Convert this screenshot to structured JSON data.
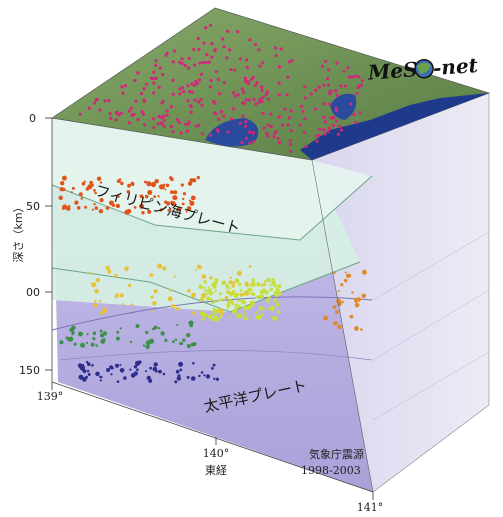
{
  "logo": {
    "text_1": "MeS",
    "text_2": "-net"
  },
  "axes": {
    "depth_label": "深さ（km）",
    "depth_ticks": [
      "0",
      "50",
      "00",
      "150"
    ],
    "longitude_label": "東経",
    "longitude_ticks": [
      "139°",
      "140°",
      "141°"
    ]
  },
  "plates": {
    "philippine": "フィリピン海プレート",
    "pacific": "太平洋プレート"
  },
  "source": {
    "line_1": "気象庁震源",
    "line_2": "1998-2003"
  },
  "colors": {
    "philippine_plate": "#cfece0",
    "pacific_plate": "#b6aee0",
    "ocean": "#1f3a8c",
    "land": "#6a8f52",
    "station": "#d0287a"
  }
}
